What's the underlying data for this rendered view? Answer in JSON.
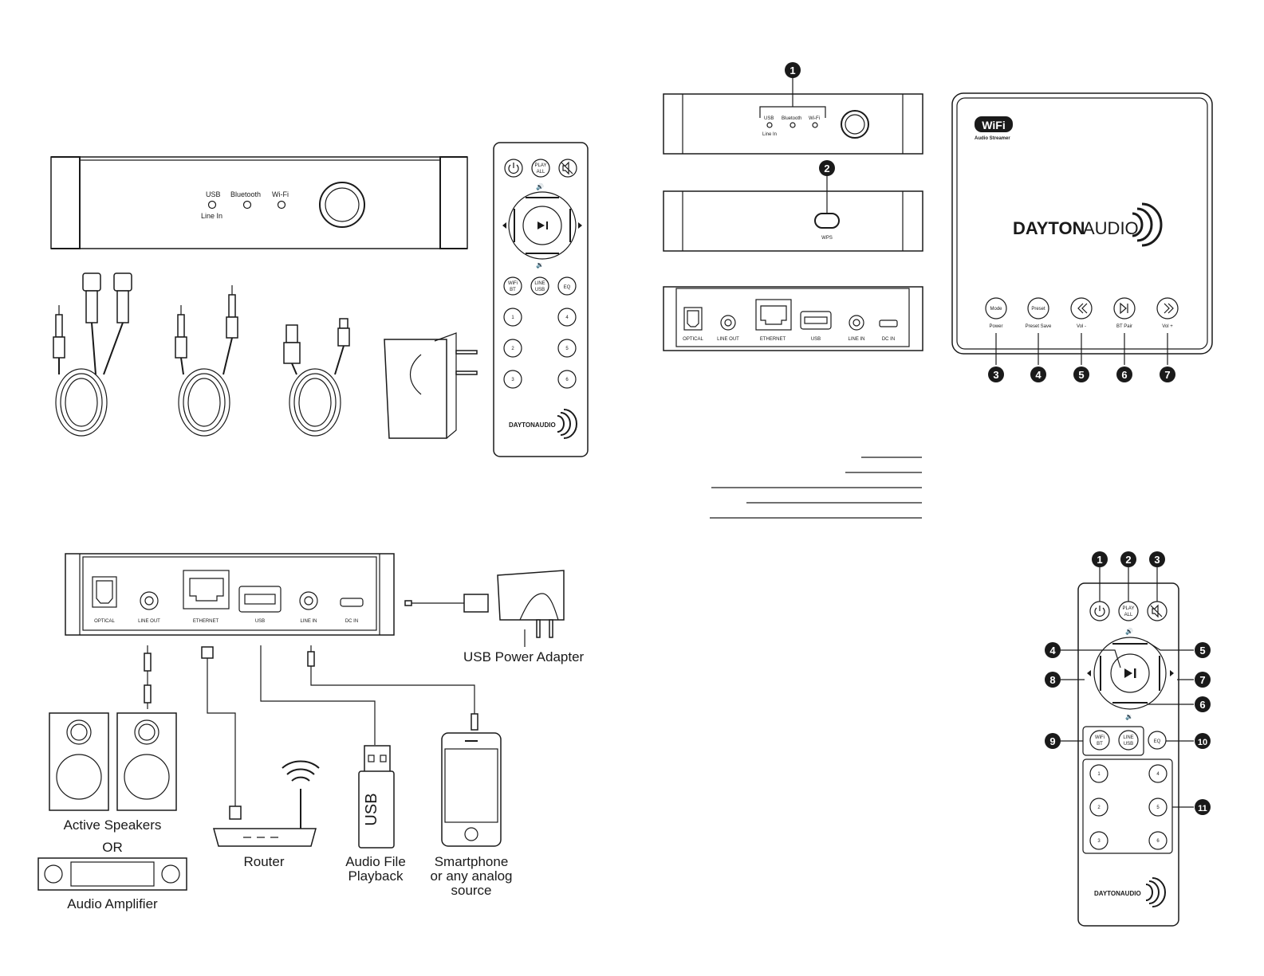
{
  "front_panel": {
    "led_usb": "USB",
    "led_line_in": "Line In",
    "led_bluetooth": "Bluetooth",
    "led_wifi": "Wi-Fi",
    "wps_label": "WPS"
  },
  "rear_panel": {
    "optical": "OPTICAL",
    "line_out": "LINE OUT",
    "ethernet": "ETHERNET",
    "usb": "USB",
    "line_in": "LINE IN",
    "dc_in": "DC IN"
  },
  "remote": {
    "play_all_1": "PLAY",
    "play_all_2": "ALL",
    "wifi": "WiFi",
    "bt": "BT",
    "line": "LINE",
    "usb": "USB",
    "eq": "EQ",
    "presets": [
      "1",
      "2",
      "3",
      "4",
      "5",
      "6"
    ],
    "brand": "DAYTONAUDIO"
  },
  "top_view": {
    "wifi_badge": "WiFi",
    "audio_streamer": "Audio Streamer",
    "brand_bold": "DAYTON",
    "brand_light": "AUDIO",
    "buttons": [
      {
        "top": "Mode",
        "label": "Power"
      },
      {
        "top": "Preset",
        "label": "Preset Save"
      },
      {
        "top": "",
        "label": "Vol -"
      },
      {
        "top": "",
        "label": "BT Pair"
      },
      {
        "top": "",
        "label": "Vol +"
      }
    ]
  },
  "callouts": {
    "device": [
      "1",
      "2",
      "3",
      "4",
      "5",
      "6",
      "7"
    ],
    "remote": [
      "1",
      "2",
      "3",
      "4",
      "5",
      "6",
      "7",
      "8",
      "9",
      "10",
      "11"
    ]
  },
  "connection_labels": {
    "active_speakers": "Active Speakers",
    "or": "OR",
    "audio_amplifier": "Audio Amplifier",
    "router": "Router",
    "audio_file_1": "Audio File",
    "audio_file_2": "Playback",
    "smartphone_1": "Smartphone",
    "smartphone_2": "or any analog",
    "smartphone_3": "source",
    "usb_power_adapter": "USB Power Adapter",
    "usb_stick_text": "USB"
  }
}
